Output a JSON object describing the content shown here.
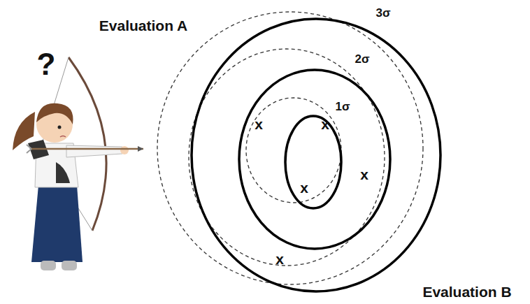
{
  "diagram": {
    "labels": [
      "?",
      "Evaluation A",
      "3σ",
      "2σ",
      "1σ",
      "x",
      "x",
      "x",
      "x",
      "x",
      "Evaluation B"
    ]
  }
}
